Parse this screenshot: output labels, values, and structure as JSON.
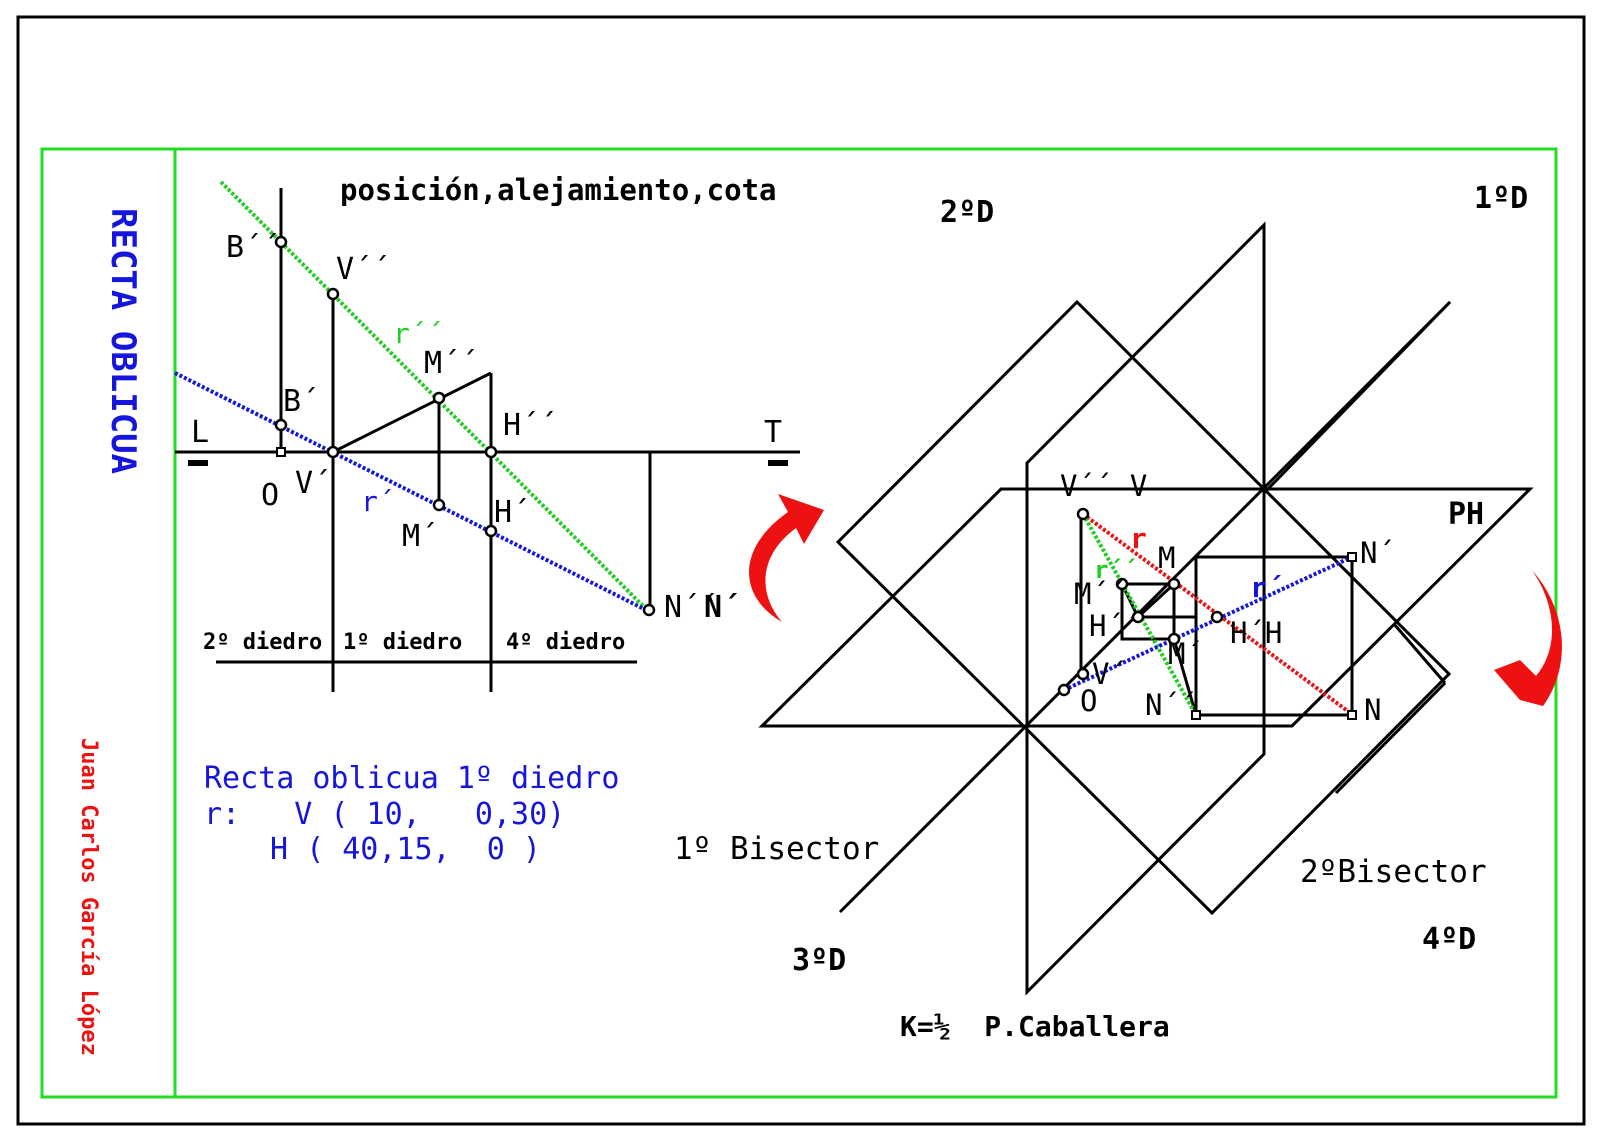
{
  "side_title": "RECTA OBLICUA",
  "author": "Juan Carlos García López",
  "header": "posición,alejamiento,cota",
  "left_view": {
    "labels": {
      "B2": "B´´",
      "V2": "V´´",
      "r2": "r´´",
      "M2": "M´´",
      "B1": "B´",
      "L": "L",
      "T": "T",
      "H2": "H´´",
      "O": "O",
      "V1": "V´",
      "r1": "r´",
      "H1": "H´",
      "M1": "M´",
      "N2": "N´´",
      "N1": "N´"
    },
    "dihedra": {
      "d2": "2º diedro",
      "d1": "1º diedro",
      "d4": "4º diedro"
    }
  },
  "data_block": {
    "line1": "Recta oblicua 1º diedro",
    "line2": "r:   V ( 10,   0,30)",
    "line3": "H ( 40,15,  0 )"
  },
  "right_view": {
    "quadrants": {
      "q2": "2ºD",
      "q1": "1ºD",
      "q3": "3ºD",
      "q4": "4ºD"
    },
    "ph": "PH",
    "bisector1": "1º Bisector",
    "bisector2": "2ºBisector",
    "scale": "K=½  P.Caballera",
    "labels": {
      "V2V": "V´´ V",
      "r": "r",
      "r2": "r´´",
      "M": "M",
      "M2": "M´´",
      "H2": "H´´",
      "M1": "M´",
      "HH": "H´H",
      "r1": "r´",
      "N1": "N´",
      "V1": "V´",
      "O": "O",
      "N2": "N´´",
      "N": "N"
    }
  },
  "colors": {
    "frame": "#000000",
    "border": "#22dd22",
    "green_line": "#22cc22",
    "blue_line": "#1515dd",
    "red_line": "#ee1111",
    "arrow": "#ee1111",
    "title_blue": "#1515dd",
    "author_red": "#ee1111"
  }
}
